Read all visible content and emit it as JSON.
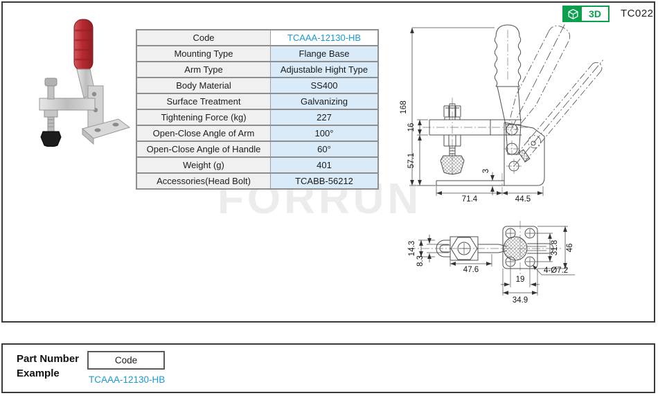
{
  "header": {
    "badge_3d": "3D",
    "page_code": "TC022"
  },
  "spec_table": {
    "rows": [
      {
        "label": "Code",
        "value": "TCAAA-12130-HB"
      },
      {
        "label": "Mounting Type",
        "value": "Flange Base"
      },
      {
        "label": "Arm Type",
        "value": "Adjustable Hight Type"
      },
      {
        "label": "Body Material",
        "value": "SS400"
      },
      {
        "label": "Surface Treatment",
        "value": "Galvanizing"
      },
      {
        "label": "Tightening Force (kg)",
        "value": "227"
      },
      {
        "label": "Open-Close Angle of Arm",
        "value": "100°"
      },
      {
        "label": "Open-Close  Angle of Handle",
        "value": "60°"
      },
      {
        "label": "Weight (g)",
        "value": "401"
      },
      {
        "label": "Accessories(Head Bolt)",
        "value": "TCABB-56212"
      }
    ]
  },
  "watermark": {
    "text": "FORRUN"
  },
  "drawing": {
    "front_view": {
      "overall_height": "168",
      "arm_thickness": "16",
      "arm_to_base_height": "57.1",
      "base_plate_thickness": "3",
      "base_width_left": "71.4",
      "base_width_right": "44.5"
    },
    "top_view": {
      "fork_end_width": "14.3",
      "arm_bar_width": "8.3",
      "slot_length": "47.6",
      "hole_pitch_vertical": "31.8",
      "plate_height": "46",
      "hole_pitch_horizontal": "19",
      "plate_width": "34.9",
      "mounting_holes": "4-Ø7.2"
    }
  },
  "part_number_example": {
    "title_line1": "Part Number",
    "title_line2": "Example",
    "code_box_label": "Code",
    "example_code": "TCAAA-12130-HB"
  },
  "colors": {
    "accent_blue": "#1899d6",
    "accent_green": "#0aa04e",
    "value_cell_bg": "#d9eaf8",
    "label_cell_bg": "#f0f0f0"
  }
}
